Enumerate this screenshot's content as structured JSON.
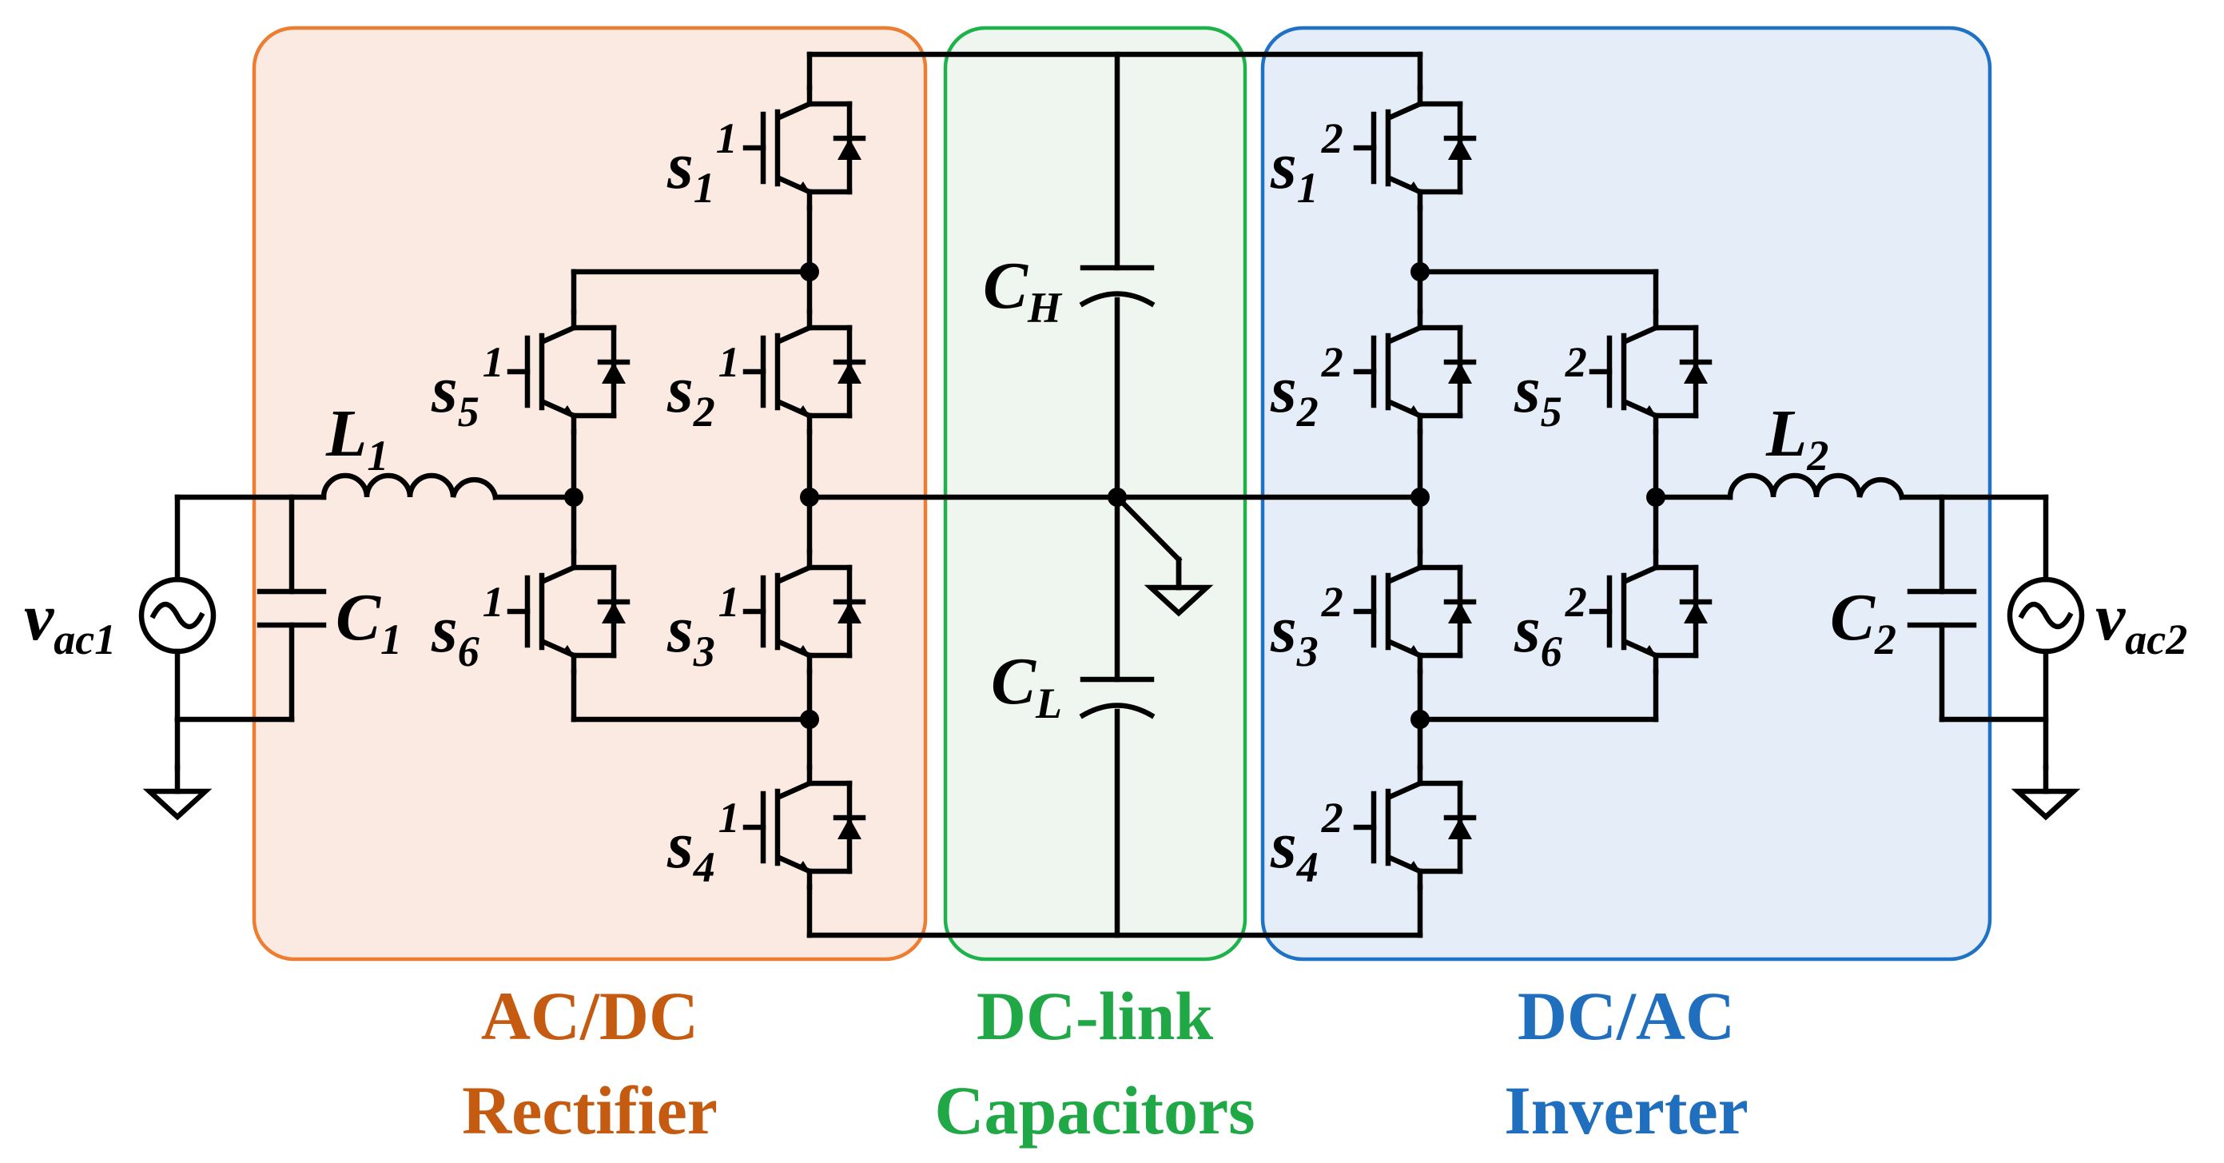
{
  "colors": {
    "rectifier_border": "#ED7D31",
    "rectifier_fill": "#FBEAE1",
    "rectifier_text": "#C55A11",
    "dclink_border": "#1DB34A",
    "dclink_fill": "#EFF6EF",
    "dclink_text": "#20A846",
    "inverter_border": "#1F72C4",
    "inverter_fill": "#E5EEF8",
    "inverter_text": "#1F6FBE"
  },
  "blocks": {
    "rectifier": {
      "line1": "AC/DC",
      "line2": "Rectifier"
    },
    "dclink": {
      "line1": "DC-link",
      "line2": "Capacitors"
    },
    "inverter": {
      "line1": "DC/AC",
      "line2": "Inverter"
    }
  },
  "components": {
    "vac1": {
      "main": "v",
      "sub": "ac1"
    },
    "vac2": {
      "main": "v",
      "sub": "ac2"
    },
    "C1": {
      "main": "C",
      "sub": "1"
    },
    "C2": {
      "main": "C",
      "sub": "2"
    },
    "L1": {
      "main": "L",
      "sub": "1"
    },
    "L2": {
      "main": "L",
      "sub": "2"
    },
    "CH": {
      "main": "C",
      "sub": "H"
    },
    "CL": {
      "main": "C",
      "sub": "L"
    },
    "switches": [
      {
        "main": "s",
        "sub": "1",
        "sup": "1"
      },
      {
        "main": "s",
        "sub": "2",
        "sup": "1"
      },
      {
        "main": "s",
        "sub": "3",
        "sup": "1"
      },
      {
        "main": "s",
        "sub": "4",
        "sup": "1"
      },
      {
        "main": "s",
        "sub": "5",
        "sup": "1"
      },
      {
        "main": "s",
        "sub": "6",
        "sup": "1"
      },
      {
        "main": "s",
        "sub": "1",
        "sup": "2"
      },
      {
        "main": "s",
        "sub": "2",
        "sup": "2"
      },
      {
        "main": "s",
        "sub": "3",
        "sup": "2"
      },
      {
        "main": "s",
        "sub": "4",
        "sup": "2"
      },
      {
        "main": "s",
        "sub": "5",
        "sup": "2"
      },
      {
        "main": "s",
        "sub": "6",
        "sup": "2"
      }
    ]
  }
}
